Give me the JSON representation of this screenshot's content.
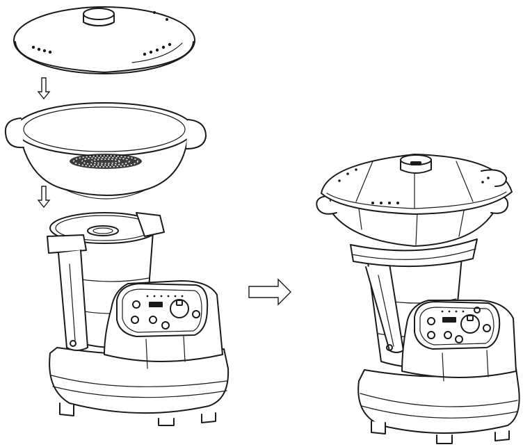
{
  "figure": {
    "step_count": 3,
    "components": [
      "steamer-lid",
      "steamer-basket",
      "cooking-bowl",
      "motor-base"
    ],
    "ink_color": "#1a1a1a",
    "background_color": "#ffffff"
  }
}
